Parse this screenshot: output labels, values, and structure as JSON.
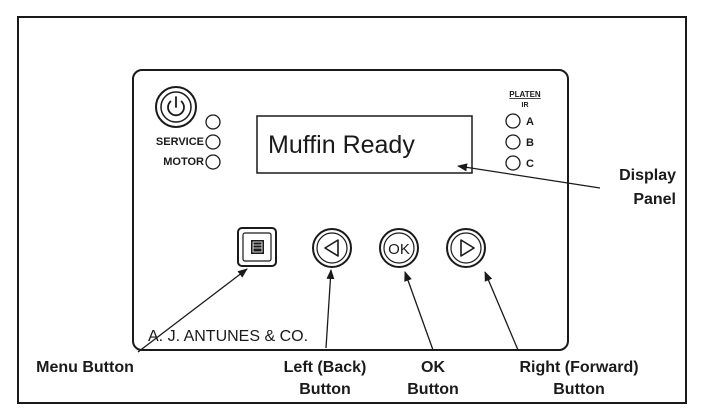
{
  "panel": {
    "brand": "A. J. ANTUNES & CO.",
    "display_text": "Muffin Ready",
    "indicators": {
      "service_label": "SERVICE",
      "motor_label": "MOTOR"
    },
    "platen": {
      "title": "PLATEN",
      "subtitle": "IR",
      "options": [
        "A",
        "B",
        "C"
      ]
    },
    "buttons": {
      "ok_label": "OK"
    }
  },
  "callouts": {
    "display_panel_line1": "Display",
    "display_panel_line2": "Panel",
    "menu_button": "Menu Button",
    "left_line1": "Left (Back)",
    "left_line2": "Button",
    "ok_line1": "OK",
    "ok_line2": "Button",
    "right_line1": "Right (Forward)",
    "right_line2": "Button"
  },
  "icons": [
    "power-icon",
    "menu-icon",
    "left-arrow-icon",
    "right-arrow-icon"
  ],
  "colors": {
    "ink": "#1a1a1a",
    "background": "#ffffff"
  }
}
